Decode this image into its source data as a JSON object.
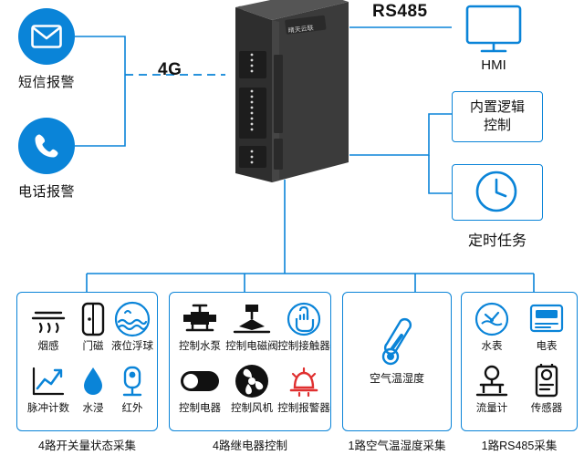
{
  "diagram": {
    "title": "IoT RTU controller connection diagram",
    "accent": "#0a84d8",
    "device": {
      "name": "rtu-controller",
      "brand_text": "晰天云联",
      "antenna": "antenna"
    },
    "links": {
      "wireless_label": "4G",
      "rs485_label": "RS485"
    },
    "left_nodes": [
      {
        "id": "sms-alarm",
        "icon": "envelope-icon",
        "label": "短信报警"
      },
      {
        "id": "phone-alarm",
        "icon": "phone-icon",
        "label": "电话报警"
      }
    ],
    "right_nodes": [
      {
        "id": "hmi",
        "icon": "monitor-icon",
        "label": "HMI"
      },
      {
        "id": "builtin-logic",
        "icon": "",
        "label": "内置逻辑\n控制",
        "lines": [
          "内置逻辑",
          "控制"
        ]
      },
      {
        "id": "timed-task",
        "icon": "clock-icon",
        "label": "定时任务"
      }
    ],
    "groups": [
      {
        "id": "group-di",
        "caption": "4路开关量状态采集",
        "items": [
          {
            "icon": "smoke-detector-icon",
            "label": "烟感"
          },
          {
            "icon": "door-contact-icon",
            "label": "门磁"
          },
          {
            "icon": "float-switch-icon",
            "label": "液位浮球"
          },
          {
            "icon": "pulse-counter-icon",
            "label": "脉冲计数"
          },
          {
            "icon": "water-leak-icon",
            "label": "水浸"
          },
          {
            "icon": "infrared-icon",
            "label": "红外"
          }
        ]
      },
      {
        "id": "group-do",
        "caption": "4路继电器控制",
        "items": [
          {
            "icon": "water-pump-icon",
            "label": "控制水泵"
          },
          {
            "icon": "solenoid-valve-icon",
            "label": "控制电磁阀"
          },
          {
            "icon": "contactor-icon",
            "label": "控制接触器"
          },
          {
            "icon": "switch-toggle-icon",
            "label": "控制电器"
          },
          {
            "icon": "fan-icon",
            "label": "控制风机"
          },
          {
            "icon": "siren-icon",
            "label": "控制报警器"
          }
        ]
      },
      {
        "id": "group-ai",
        "caption": "1路空气温湿度采集",
        "items": [
          {
            "icon": "thermometer-icon",
            "label": "空气温湿度"
          }
        ]
      },
      {
        "id": "group-485",
        "caption": "1路RS485采集",
        "items": [
          {
            "icon": "water-meter-icon",
            "label": "水表"
          },
          {
            "icon": "electric-meter-icon",
            "label": "电表"
          },
          {
            "icon": "flow-meter-icon",
            "label": "流量计"
          },
          {
            "icon": "sensor-icon",
            "label": "传感器"
          }
        ]
      }
    ]
  }
}
